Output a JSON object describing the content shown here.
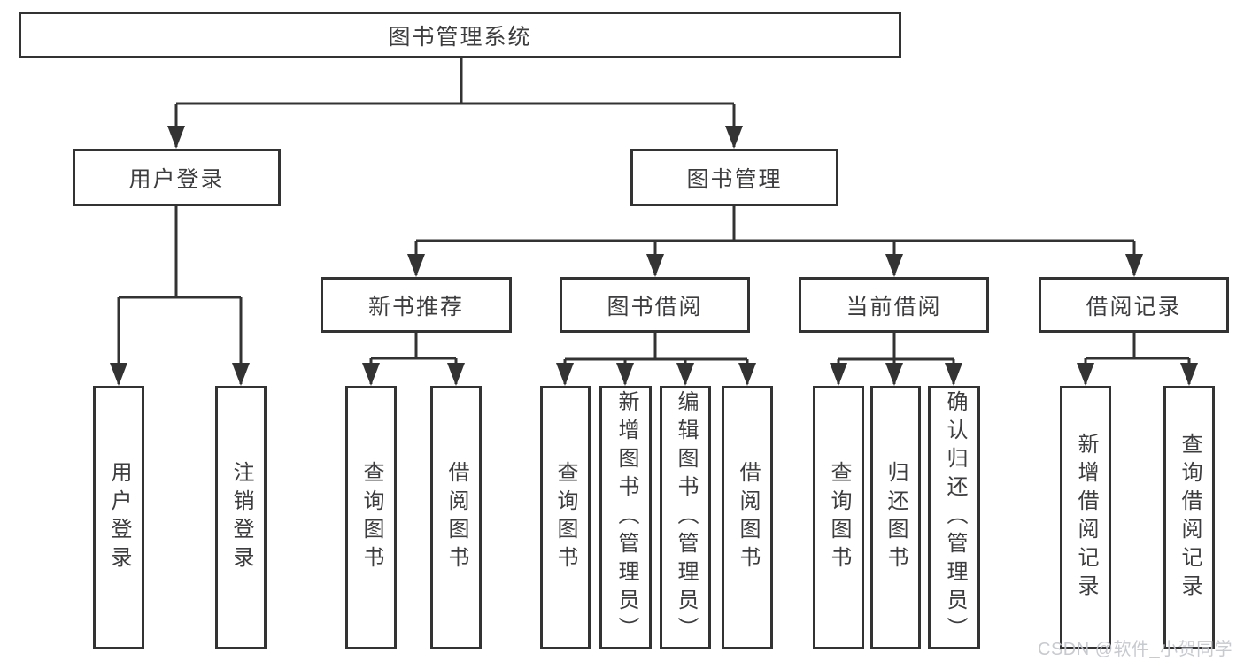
{
  "colors": {
    "line": "#333333",
    "text": "#3d3d3f",
    "watermark": "#c3c6cb",
    "bg": "#ffffff"
  },
  "watermark": {
    "text": "CSDN @软件_小贺同学"
  },
  "tree": {
    "label": "图书管理系统",
    "children": [
      {
        "label": "用户登录",
        "children": [
          {
            "label": "用户登录"
          },
          {
            "label": "注销登录"
          }
        ]
      },
      {
        "label": "图书管理",
        "children": [
          {
            "label": "新书推荐",
            "children": [
              {
                "label": "查询图书"
              },
              {
                "label": "借阅图书"
              }
            ]
          },
          {
            "label": "图书借阅",
            "children": [
              {
                "label": "查询图书"
              },
              {
                "label": "新增图书（管理员）"
              },
              {
                "label": "编辑图书（管理员）"
              },
              {
                "label": "借阅图书"
              }
            ]
          },
          {
            "label": "当前借阅",
            "children": [
              {
                "label": "查询图书"
              },
              {
                "label": "归还图书"
              },
              {
                "label": "确认归还（管理员）"
              }
            ]
          },
          {
            "label": "借阅记录",
            "children": [
              {
                "label": "新增借阅记录"
              },
              {
                "label": "查询借阅记录"
              }
            ]
          }
        ]
      }
    ]
  }
}
